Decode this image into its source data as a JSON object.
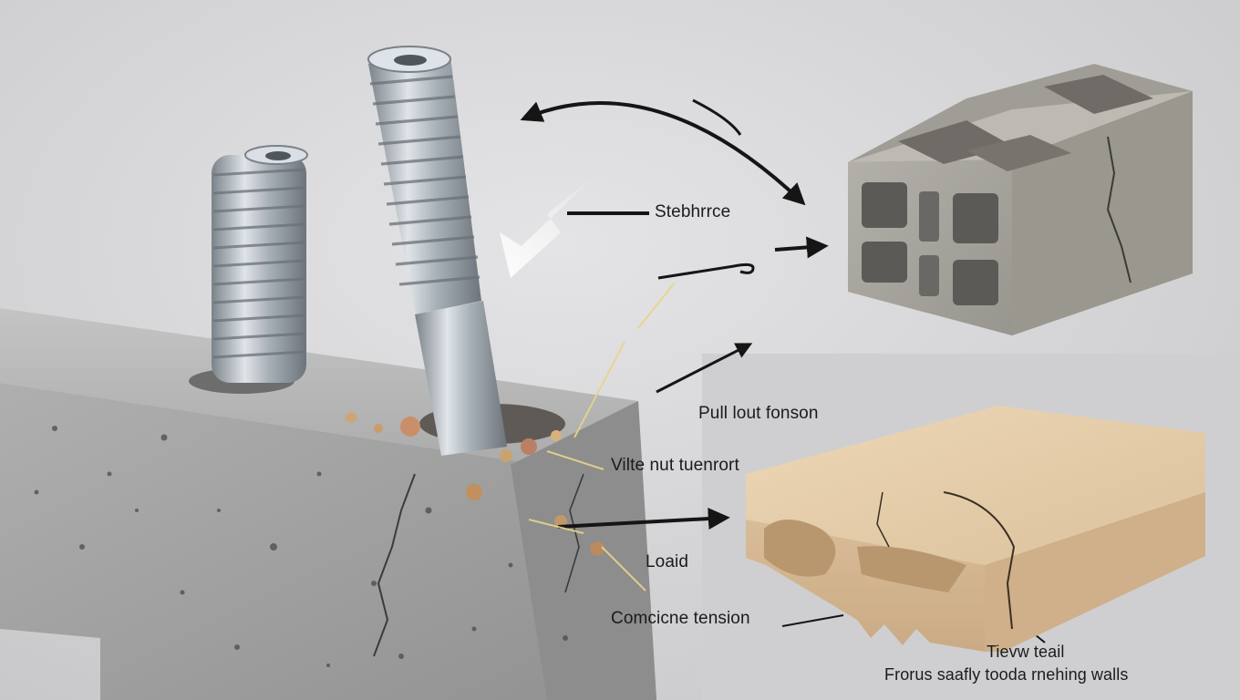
{
  "labels": {
    "l1": "Stebhrrce",
    "l2": "Pull lout fonson",
    "l3": "Vilte nut tuenrort",
    "l4": "Loaid",
    "l5": "Comcicne tension",
    "l6": "Tievw teail",
    "l7": "Frorus saafly tooda rnehing walls"
  },
  "colors": {
    "background": "#d6d6d8",
    "concrete": "#a9aaa9",
    "steel": "#b9c0c6",
    "cmu_block": "#a8a59f",
    "sand_block": "#e3cba9",
    "arrow": "#151515",
    "crack_line": "#e8d48a"
  }
}
